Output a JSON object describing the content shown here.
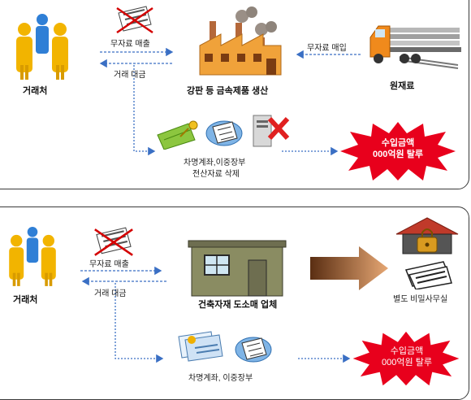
{
  "diagram1": {
    "partners_label": "거래처",
    "sale_label": "무자료 매출",
    "payment_label": "거래 대금",
    "factory_label": "강판 등 금속제품 생산",
    "purchase_label": "무자료 매입",
    "raw_material_label": "원재료",
    "records_line1": "차명계좌,이중장부",
    "records_line2": "전산자료 삭제",
    "burst_line1": "수입금액",
    "burst_line2": "000억원 탈루"
  },
  "diagram2": {
    "partners_label": "거래처",
    "sale_label": "무자료 매출",
    "payment_label": "거래 대금",
    "store_label": "건축자재 도소매 업체",
    "office_label": "별도 비밀사무실",
    "records_label": "차명계좌, 이중장부",
    "burst_line1": "수입금액",
    "burst_line2": "000억원 탈루"
  },
  "colors": {
    "arrow_blue": "#3a6fc4",
    "burst_red": "#e8001c",
    "figure_yellow": "#f2b400",
    "figure_blue": "#2f7fd6",
    "big_arrow_brown": "#b46a3a"
  }
}
